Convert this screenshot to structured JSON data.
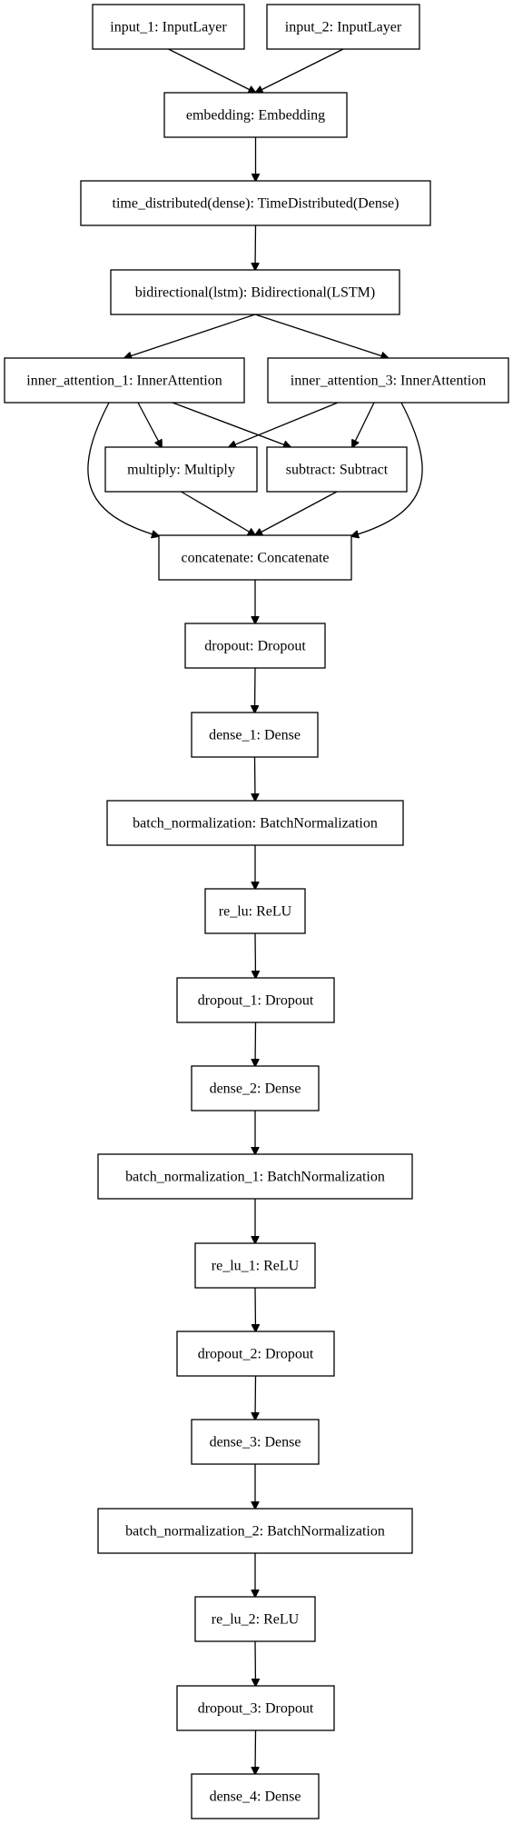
{
  "nodes": [
    {
      "id": "input_1",
      "label": "input_1: InputLayer"
    },
    {
      "id": "input_2",
      "label": "input_2: InputLayer"
    },
    {
      "id": "embedding",
      "label": "embedding: Embedding"
    },
    {
      "id": "time_distributed",
      "label": "time_distributed(dense): TimeDistributed(Dense)"
    },
    {
      "id": "bidirectional",
      "label": "bidirectional(lstm): Bidirectional(LSTM)"
    },
    {
      "id": "inner_attention_1",
      "label": "inner_attention_1: InnerAttention"
    },
    {
      "id": "inner_attention_3",
      "label": "inner_attention_3: InnerAttention"
    },
    {
      "id": "multiply",
      "label": "multiply: Multiply"
    },
    {
      "id": "subtract",
      "label": "subtract: Subtract"
    },
    {
      "id": "concatenate",
      "label": "concatenate: Concatenate"
    },
    {
      "id": "dropout",
      "label": "dropout: Dropout"
    },
    {
      "id": "dense_1",
      "label": "dense_1: Dense"
    },
    {
      "id": "batch_normalization",
      "label": "batch_normalization: BatchNormalization"
    },
    {
      "id": "re_lu",
      "label": "re_lu: ReLU"
    },
    {
      "id": "dropout_1",
      "label": "dropout_1: Dropout"
    },
    {
      "id": "dense_2",
      "label": "dense_2: Dense"
    },
    {
      "id": "batch_normalization_1",
      "label": "batch_normalization_1: BatchNormalization"
    },
    {
      "id": "re_lu_1",
      "label": "re_lu_1: ReLU"
    },
    {
      "id": "dropout_2",
      "label": "dropout_2: Dropout"
    },
    {
      "id": "dense_3",
      "label": "dense_3: Dense"
    },
    {
      "id": "batch_normalization_2",
      "label": "batch_normalization_2: BatchNormalization"
    },
    {
      "id": "re_lu_2",
      "label": "re_lu_2: ReLU"
    },
    {
      "id": "dropout_3",
      "label": "dropout_3: Dropout"
    },
    {
      "id": "dense_4",
      "label": "dense_4: Dense"
    }
  ],
  "edges": [
    [
      "input_1",
      "embedding"
    ],
    [
      "input_2",
      "embedding"
    ],
    [
      "embedding",
      "time_distributed"
    ],
    [
      "time_distributed",
      "bidirectional"
    ],
    [
      "bidirectional",
      "inner_attention_1"
    ],
    [
      "bidirectional",
      "inner_attention_3"
    ],
    [
      "inner_attention_1",
      "multiply"
    ],
    [
      "inner_attention_1",
      "subtract"
    ],
    [
      "inner_attention_3",
      "multiply"
    ],
    [
      "inner_attention_3",
      "subtract"
    ],
    [
      "inner_attention_1",
      "concatenate"
    ],
    [
      "inner_attention_3",
      "concatenate"
    ],
    [
      "multiply",
      "concatenate"
    ],
    [
      "subtract",
      "concatenate"
    ],
    [
      "concatenate",
      "dropout"
    ],
    [
      "dropout",
      "dense_1"
    ],
    [
      "dense_1",
      "batch_normalization"
    ],
    [
      "batch_normalization",
      "re_lu"
    ],
    [
      "re_lu",
      "dropout_1"
    ],
    [
      "dropout_1",
      "dense_2"
    ],
    [
      "dense_2",
      "batch_normalization_1"
    ],
    [
      "batch_normalization_1",
      "re_lu_1"
    ],
    [
      "re_lu_1",
      "dropout_2"
    ],
    [
      "dropout_2",
      "dense_3"
    ],
    [
      "dense_3",
      "batch_normalization_2"
    ],
    [
      "batch_normalization_2",
      "re_lu_2"
    ],
    [
      "re_lu_2",
      "dropout_3"
    ],
    [
      "dropout_3",
      "dense_4"
    ]
  ]
}
